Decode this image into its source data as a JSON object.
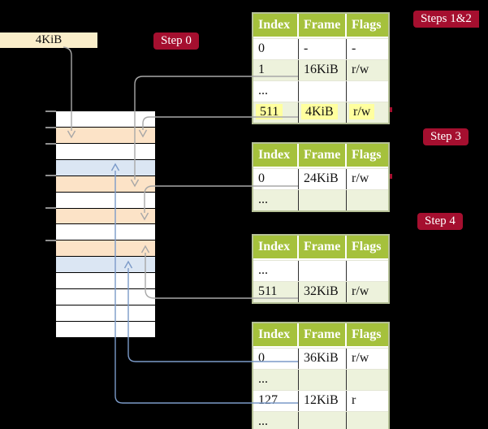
{
  "cr3_box": {
    "label": "4KiB"
  },
  "labels": {
    "step0": "Step 0",
    "steps12": "Steps 1&2",
    "step3": "Step 3",
    "step4": "Step 4"
  },
  "tables": [
    {
      "name": "level-4-table",
      "header": [
        "Index",
        "Frame",
        "Flags"
      ],
      "rows": [
        {
          "cells": [
            "0",
            "-",
            "-"
          ],
          "highlight": false
        },
        {
          "cells": [
            "1",
            "16KiB",
            "r/w"
          ],
          "highlight": false
        },
        {
          "cells": [
            "...",
            "",
            ""
          ],
          "highlight": false
        },
        {
          "cells": [
            "511",
            "4KiB",
            "r/w"
          ],
          "highlight": true
        }
      ]
    },
    {
      "name": "level-3-table",
      "header": [
        "Index",
        "Frame",
        "Flags"
      ],
      "rows": [
        {
          "cells": [
            "0",
            "24KiB",
            "r/w"
          ],
          "highlight": false
        },
        {
          "cells": [
            "...",
            "",
            ""
          ],
          "highlight": false
        }
      ]
    },
    {
      "name": "level-2-table",
      "header": [
        "Index",
        "Frame",
        "Flags"
      ],
      "rows": [
        {
          "cells": [
            "...",
            "",
            ""
          ],
          "highlight": false
        },
        {
          "cells": [
            "511",
            "32KiB",
            "r/w"
          ],
          "highlight": false
        }
      ]
    },
    {
      "name": "level-1-table",
      "header": [
        "Index",
        "Frame",
        "Flags"
      ],
      "rows": [
        {
          "cells": [
            "0",
            "36KiB",
            "r/w"
          ],
          "highlight": false
        },
        {
          "cells": [
            "...",
            "",
            ""
          ],
          "highlight": false
        },
        {
          "cells": [
            "127",
            "12KiB",
            "r"
          ],
          "highlight": false
        },
        {
          "cells": [
            "...",
            "",
            ""
          ],
          "highlight": false
        }
      ]
    }
  ],
  "memory": {
    "rows": [
      {
        "type": "free"
      },
      {
        "type": "table"
      },
      {
        "type": "free"
      },
      {
        "type": "page"
      },
      {
        "type": "table"
      },
      {
        "type": "free"
      },
      {
        "type": "table"
      },
      {
        "type": "free"
      },
      {
        "type": "table"
      },
      {
        "type": "page"
      },
      {
        "type": "free"
      },
      {
        "type": "free"
      },
      {
        "type": "free"
      },
      {
        "type": "free"
      }
    ]
  },
  "colors": {
    "background": "#000000",
    "badge_crimson": "#a50f2f",
    "table_header_green": "#a5c13c",
    "table_row_green": "#edf2dc",
    "frame_peach": "#fce3c7",
    "frame_blue": "#dbe6f3",
    "cr3_cream": "#faeeca",
    "highlight_yellow": "#ffff9e",
    "connector_gray": "#a8a8a8",
    "connector_blue": "#7b9ac8"
  }
}
